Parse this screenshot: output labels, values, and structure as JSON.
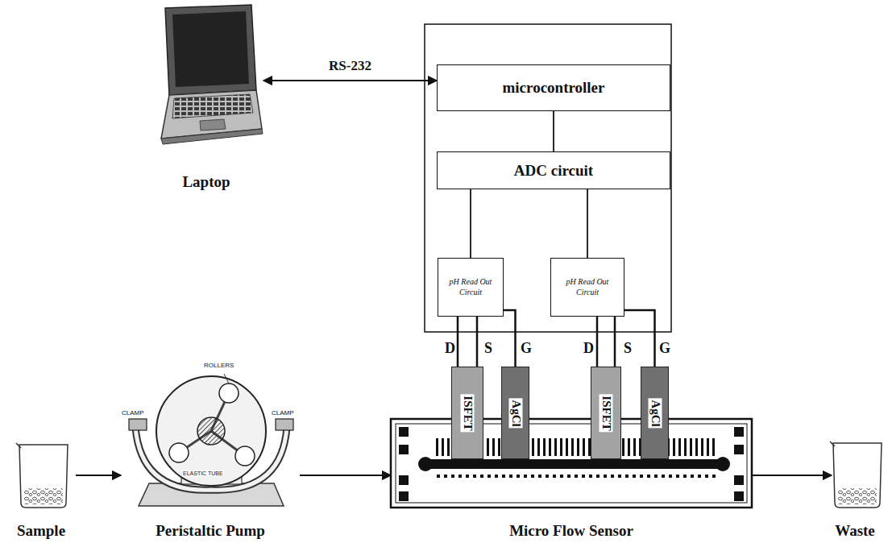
{
  "diagram": {
    "nodes": [
      {
        "text": [
          "Laptop"
        ]
      },
      {
        "text": [
          "microcontroller"
        ]
      },
      {
        "text": [
          "ADC circuit"
        ]
      },
      {
        "text": [
          "pH Read Out Circuit"
        ]
      },
      {
        "text": [
          "pH Read Out Circuit"
        ]
      },
      {
        "text": [
          "Sample"
        ]
      },
      {
        "text": [
          "Peristaltic Pump"
        ]
      },
      {
        "text": [
          "Micro Flow Sensor"
        ]
      },
      {
        "text": [
          "ISFET"
        ],
        "in": 7
      },
      {
        "text": [
          "AgCl"
        ],
        "in": 7
      },
      {
        "text": [
          "ISFET"
        ],
        "in": 7
      },
      {
        "text": [
          "AgCl"
        ],
        "in": 7
      },
      {
        "text": [
          "Waste"
        ]
      }
    ],
    "edges": [
      {
        "from": 0,
        "to": 1,
        "arrow": "both",
        "label": "RS-232"
      },
      {
        "from": 1,
        "to": 2,
        "arrow": "none"
      },
      {
        "from": 2,
        "to": 3,
        "arrow": "none"
      },
      {
        "from": 2,
        "to": 4,
        "arrow": "none"
      },
      {
        "from": 5,
        "to": 6,
        "arrow": "to"
      },
      {
        "from": 6,
        "to": 7,
        "arrow": "to"
      },
      {
        "from": 7,
        "to": 12,
        "arrow": "to"
      },
      {
        "from": 3,
        "to": 8,
        "arrow": "none"
      },
      {
        "from": 3,
        "to": 9,
        "arrow": "none"
      },
      {
        "from": 4,
        "to": 10,
        "arrow": "none"
      },
      {
        "from": 4,
        "to": 11,
        "arrow": "none"
      }
    ],
    "labels": [
      "ROLLERS",
      "CLAMP",
      "CLAMP",
      "ELASTIC TUBE",
      "D",
      "S",
      "G",
      "D",
      "S",
      "G"
    ]
  }
}
